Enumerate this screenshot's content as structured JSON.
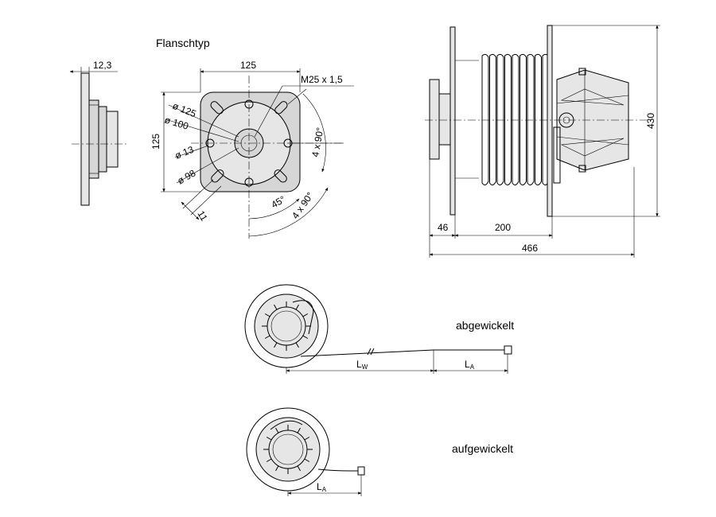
{
  "labels": {
    "flange_type": "Flanschtyp",
    "unwound": "abgewickelt",
    "wound": "aufgewickelt"
  },
  "dimensions": {
    "flange_thickness": "12,3",
    "flange_width": "125",
    "flange_height": "125",
    "thread": "M25 x 1,5",
    "dia_125": "ø 125",
    "dia_100": "ø 100",
    "dia_13": "ø 13",
    "dia_98": "ø 98",
    "hole_offset": "11",
    "angle_45": "45°",
    "pattern_right": "4 x 90°",
    "pattern_bottom": "4 x 90°",
    "reel_height": "430",
    "reel_flange_offset": "46",
    "reel_drum_width": "200",
    "reel_total_width": "466",
    "cable_lw_main": "L",
    "cable_lw_sub": "W",
    "cable_la_main": "L",
    "cable_la_sub": "A"
  }
}
